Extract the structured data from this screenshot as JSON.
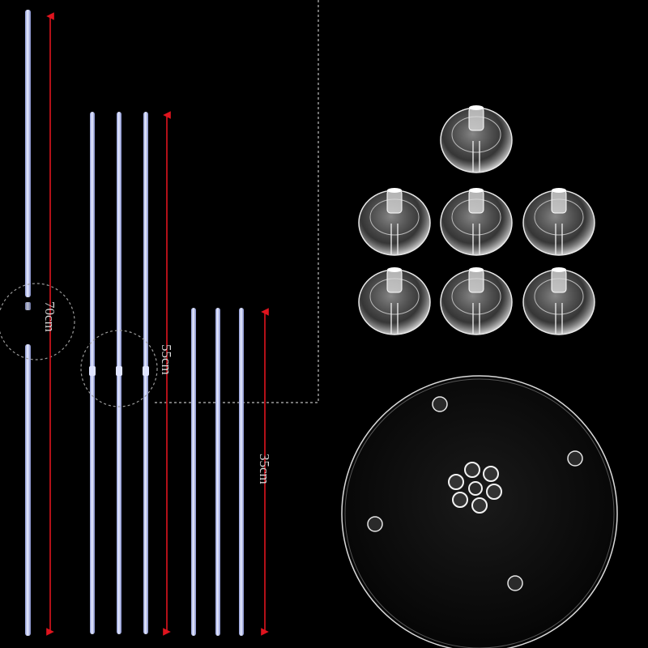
{
  "product": {
    "rod_lengths": {
      "long": "70cm",
      "medium": "55cm",
      "short": "35cm"
    },
    "colors": {
      "background": "#000000",
      "rod": "#c9d3ff",
      "measure_arrow": "#e0141e",
      "label_text": "#d8d8d8",
      "guide_line": "#bdbdbd"
    },
    "counts": {
      "long_rods": 1,
      "medium_rods": 3,
      "short_rods": 3,
      "cups": 7,
      "base_plate": 1
    }
  }
}
